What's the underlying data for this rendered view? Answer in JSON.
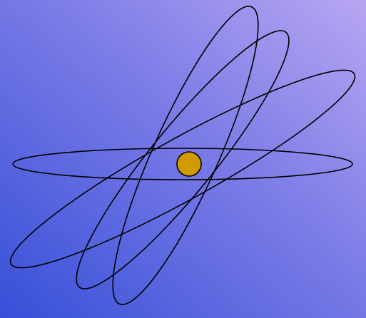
{
  "colors": {
    "gradient_start": "#3650d8",
    "gradient_mid": "#7a7be6",
    "gradient_end": "#b7a6f2",
    "orbit_stroke": "#000000",
    "nucleus_fill": "#d19b00",
    "nucleus_stroke": "#000000"
  },
  "orbits": [
    {
      "name": "orbit-horizontal",
      "tilt_deg": 0
    },
    {
      "name": "orbit-tilt-1",
      "tilt_deg": -30
    },
    {
      "name": "orbit-tilt-2",
      "tilt_deg": -50
    },
    {
      "name": "orbit-tilt-3",
      "tilt_deg": -66
    }
  ],
  "nucleus": {
    "label": ""
  }
}
